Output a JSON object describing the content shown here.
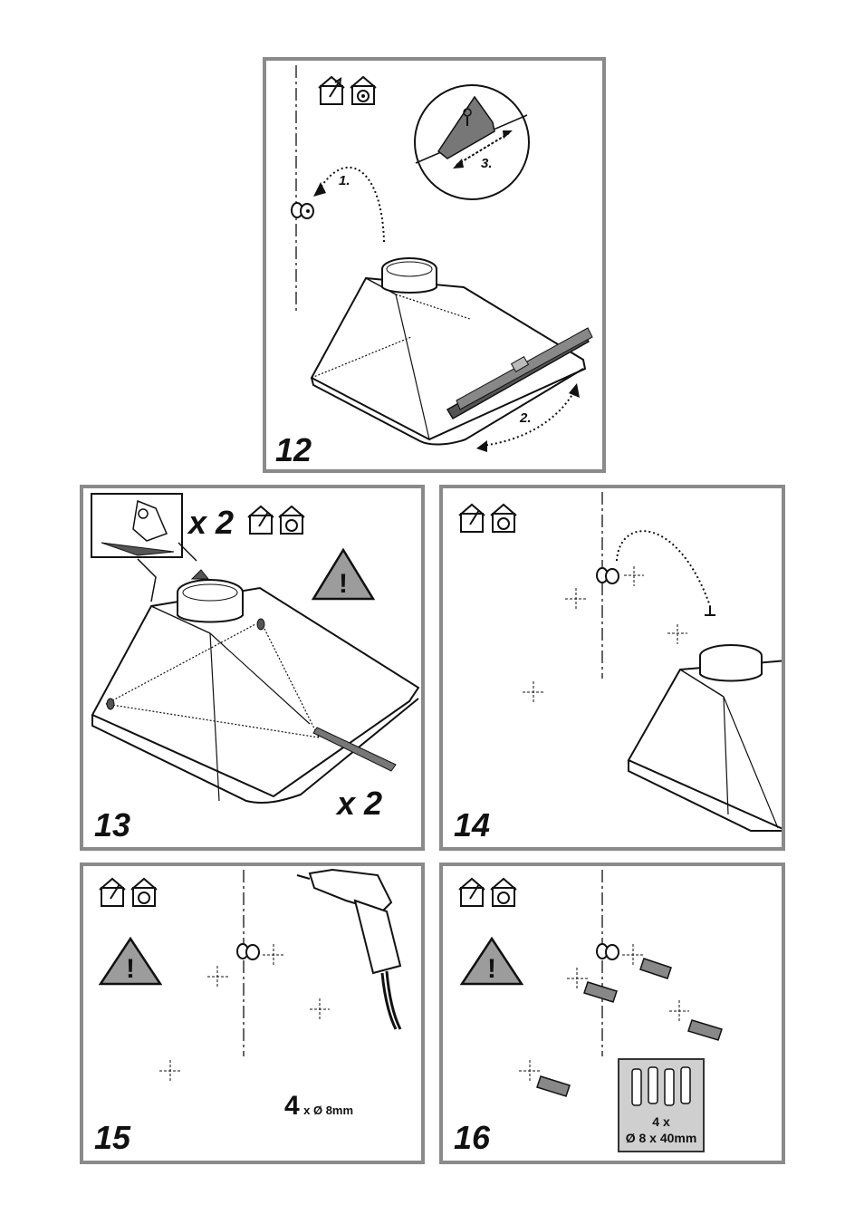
{
  "panels": [
    {
      "step": "12",
      "labels": {
        "arrow1": "1.",
        "arrow2": "2.",
        "arrow3": "3."
      }
    },
    {
      "step": "13",
      "multiplier_top": "x 2",
      "multiplier_bottom": "x 2"
    },
    {
      "step": "14"
    },
    {
      "step": "15",
      "drill": {
        "count": "4",
        "spec": "x Ø 8mm"
      }
    },
    {
      "step": "16",
      "plugs": {
        "count": "4 x",
        "spec": "Ø 8 x 40mm"
      }
    }
  ],
  "icons": [
    "extraction-mode-icon",
    "recirculation-mode-icon",
    "warning-triangle-icon",
    "drill-icon",
    "wall-plug-icon",
    "screw-icon",
    "spirit-level-icon",
    "cooker-hood-icon"
  ],
  "colors": {
    "frame": "#8a8a8a",
    "warning_fill": "#9c9c9c",
    "plug_box": "#cfcfcf"
  }
}
